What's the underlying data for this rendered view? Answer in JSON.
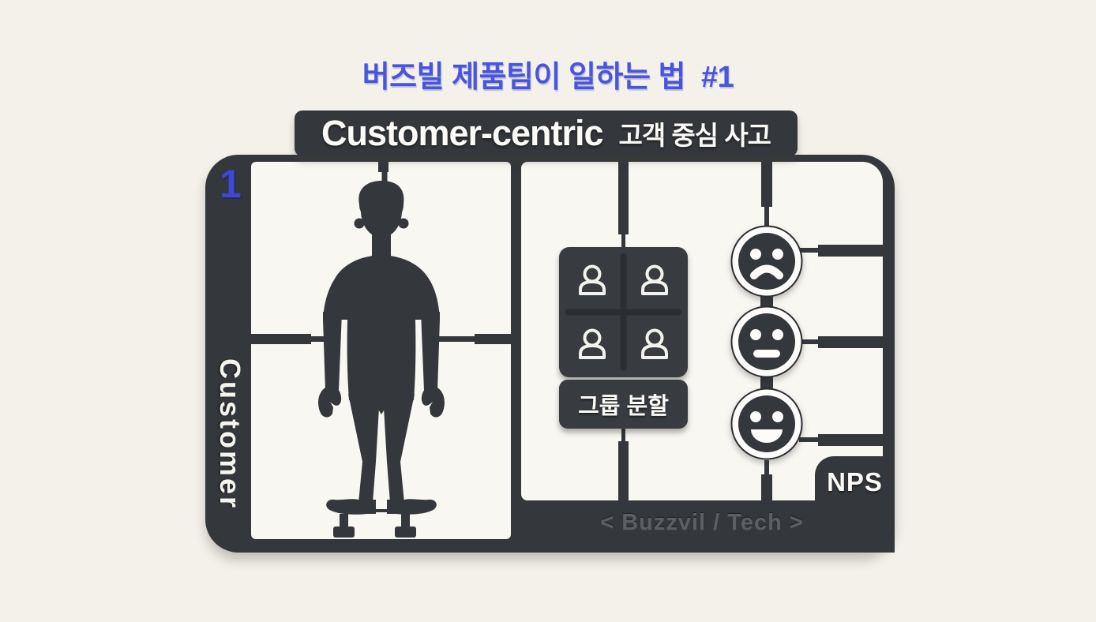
{
  "title": {
    "text": "버즈빌 제품팀이 일하는 법  #1"
  },
  "header": {
    "title_en": "Customer-centric",
    "title_ko": "고객 중심 사고"
  },
  "frame": {
    "number": "1",
    "side_label": "Customer",
    "group_label": "그룹 분할",
    "nps_label": "NPS",
    "credit": "< Buzzvil / Tech >",
    "icons": {
      "silhouette": "man-silhouette",
      "group_member_count": 4,
      "faces": [
        "sad-face",
        "neutral-face",
        "happy-face"
      ]
    }
  },
  "colors": {
    "background": "#f4f1ea",
    "panel_white": "#f9f7f1",
    "frame_dark": "#34373b",
    "card_dark": "#383b3f",
    "divider_dark": "#2a2d31",
    "accent_blue": "#4a55dd",
    "number_blue": "#3b49d6",
    "credit_gray": "#5c5f64"
  }
}
